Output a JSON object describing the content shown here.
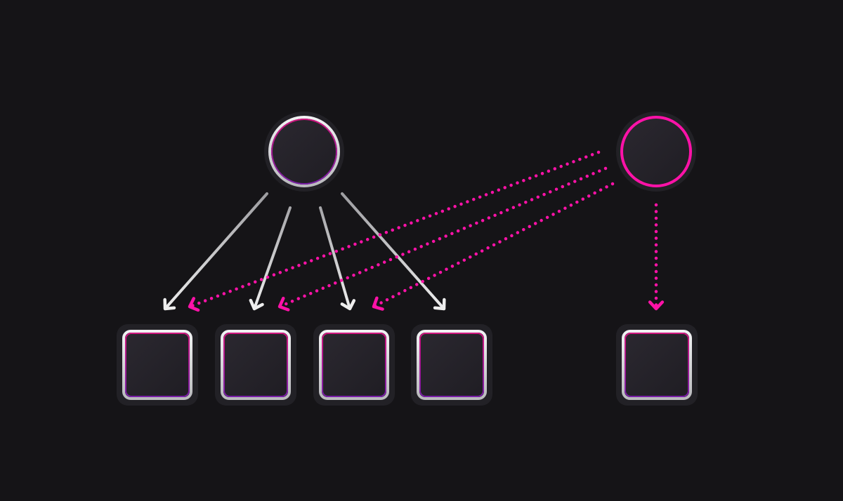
{
  "colors": {
    "background": "#151417",
    "node_fill": "#26232b",
    "halo": "#222126",
    "white_edge": "#e6e6e8",
    "purple_inner": "#7a1fa8",
    "magenta": "#ff12a8",
    "gray_arrow": "#d0d0d0"
  },
  "diagram": {
    "nodes": [
      {
        "id": "source-a",
        "shape": "circle",
        "style": "white"
      },
      {
        "id": "source-b",
        "shape": "circle",
        "style": "magenta"
      },
      {
        "id": "target-1",
        "shape": "square"
      },
      {
        "id": "target-2",
        "shape": "square"
      },
      {
        "id": "target-3",
        "shape": "square"
      },
      {
        "id": "target-4",
        "shape": "square"
      },
      {
        "id": "target-5",
        "shape": "square"
      }
    ],
    "edges": [
      {
        "from": "source-a",
        "to": "target-1",
        "style": "solid"
      },
      {
        "from": "source-a",
        "to": "target-2",
        "style": "solid"
      },
      {
        "from": "source-a",
        "to": "target-3",
        "style": "solid"
      },
      {
        "from": "source-a",
        "to": "target-4",
        "style": "solid"
      },
      {
        "from": "source-b",
        "to": "target-1",
        "style": "dotted"
      },
      {
        "from": "source-b",
        "to": "target-2",
        "style": "dotted"
      },
      {
        "from": "source-b",
        "to": "target-3",
        "style": "dotted"
      },
      {
        "from": "source-b",
        "to": "target-5",
        "style": "dotted"
      }
    ]
  }
}
